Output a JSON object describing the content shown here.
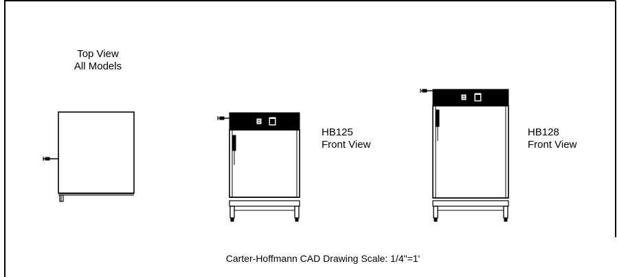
{
  "views": {
    "top_view": {
      "line1": "Top View",
      "line2": "All Models"
    },
    "hb125": {
      "line1": "HB125",
      "line2": "Front View"
    },
    "hb128": {
      "line1": "HB128",
      "line2": "Front View"
    }
  },
  "caption": "Carter-Hoffmann CAD Drawing Scale: 1/4\"=1'",
  "colors": {
    "ink": "#000000",
    "paper": "#ffffff"
  }
}
